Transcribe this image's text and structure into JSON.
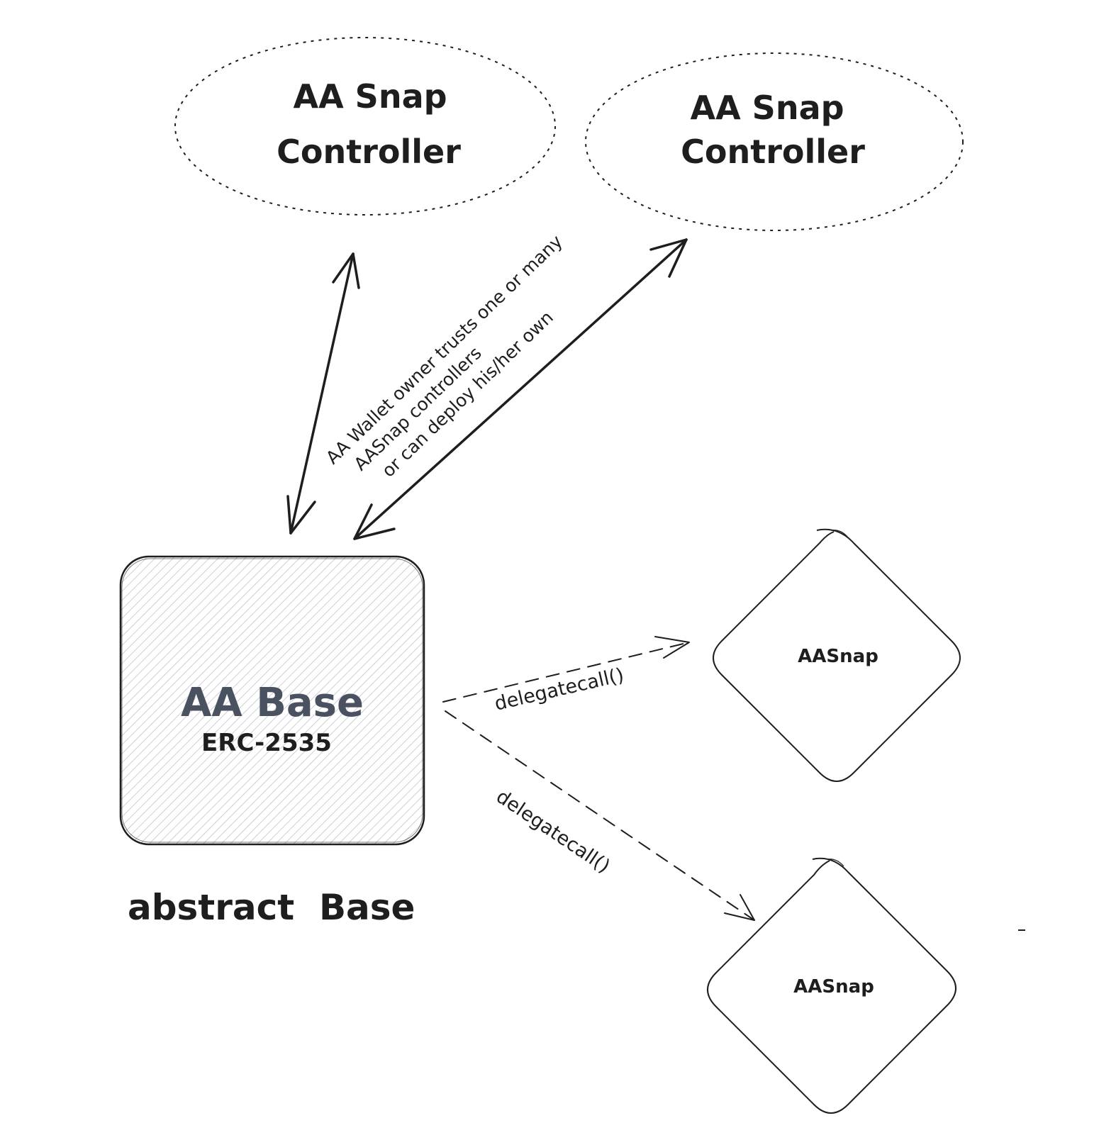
{
  "nodes": {
    "controller_left": {
      "line1": "AA Snap",
      "line2": "Controller"
    },
    "controller_right": {
      "line1": "AA Snap",
      "line2": "Controller"
    },
    "base": {
      "title": "AA Base",
      "subtitle": "ERC-2535",
      "caption": "abstract  Base"
    },
    "snap_top": {
      "label": "AASnap"
    },
    "snap_bottom": {
      "label": "AASnap"
    }
  },
  "edges": {
    "trust_note": {
      "line1": "AA Wallet owner trusts one or many",
      "line2": "AASnap controllers",
      "line3": "or can deploy his/her own"
    },
    "delegate_top": {
      "label": "delegatecall()"
    },
    "delegate_bottom": {
      "label": "delegatecall()"
    }
  },
  "colors": {
    "stroke": "#1e1e1e",
    "hatch": "#b8bcc4",
    "base_title": "#4a5160"
  }
}
